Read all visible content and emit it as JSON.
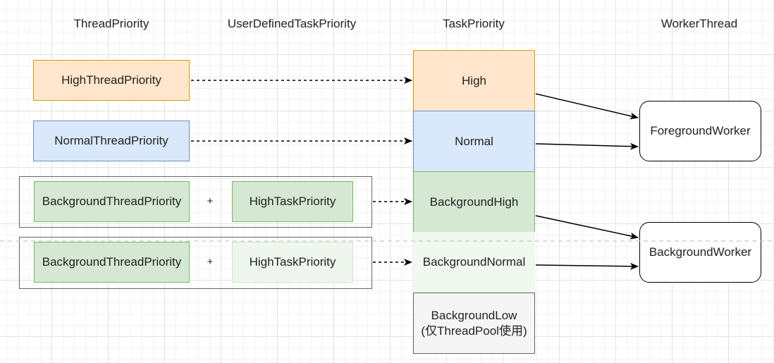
{
  "headers": {
    "thread_priority": "ThreadPriority",
    "user_defined_task_priority": "UserDefinedTaskPriority",
    "task_priority": "TaskPriority",
    "worker_thread": "WorkerThread"
  },
  "thread_boxes": {
    "high": "HighThreadPriority",
    "normal": "NormalThreadPriority",
    "background_1": "BackgroundThreadPriority",
    "background_2": "BackgroundThreadPriority"
  },
  "user_task_boxes": {
    "high_1": "HighTaskPriority",
    "high_2": "HighTaskPriority"
  },
  "plus_sign": "+",
  "task_priority_stack": {
    "high": "High",
    "normal": "Normal",
    "background_high": "BackgroundHigh",
    "background_normal": "BackgroundNormal",
    "background_low_line1": "BackgroundLow",
    "background_low_line2": "(仅ThreadPool使用)"
  },
  "workers": {
    "foreground": "ForegroundWorker",
    "background": "BackgroundWorker"
  },
  "colors": {
    "orange_fill": "#ffe6cc",
    "orange_stroke": "#d79b00",
    "blue_fill": "#dae8fc",
    "blue_stroke": "#6c8ebf",
    "green_fill": "#d5e8d4",
    "green_stroke": "#82b366",
    "grey_fill": "#f5f5f5",
    "grey_stroke": "#666666"
  }
}
